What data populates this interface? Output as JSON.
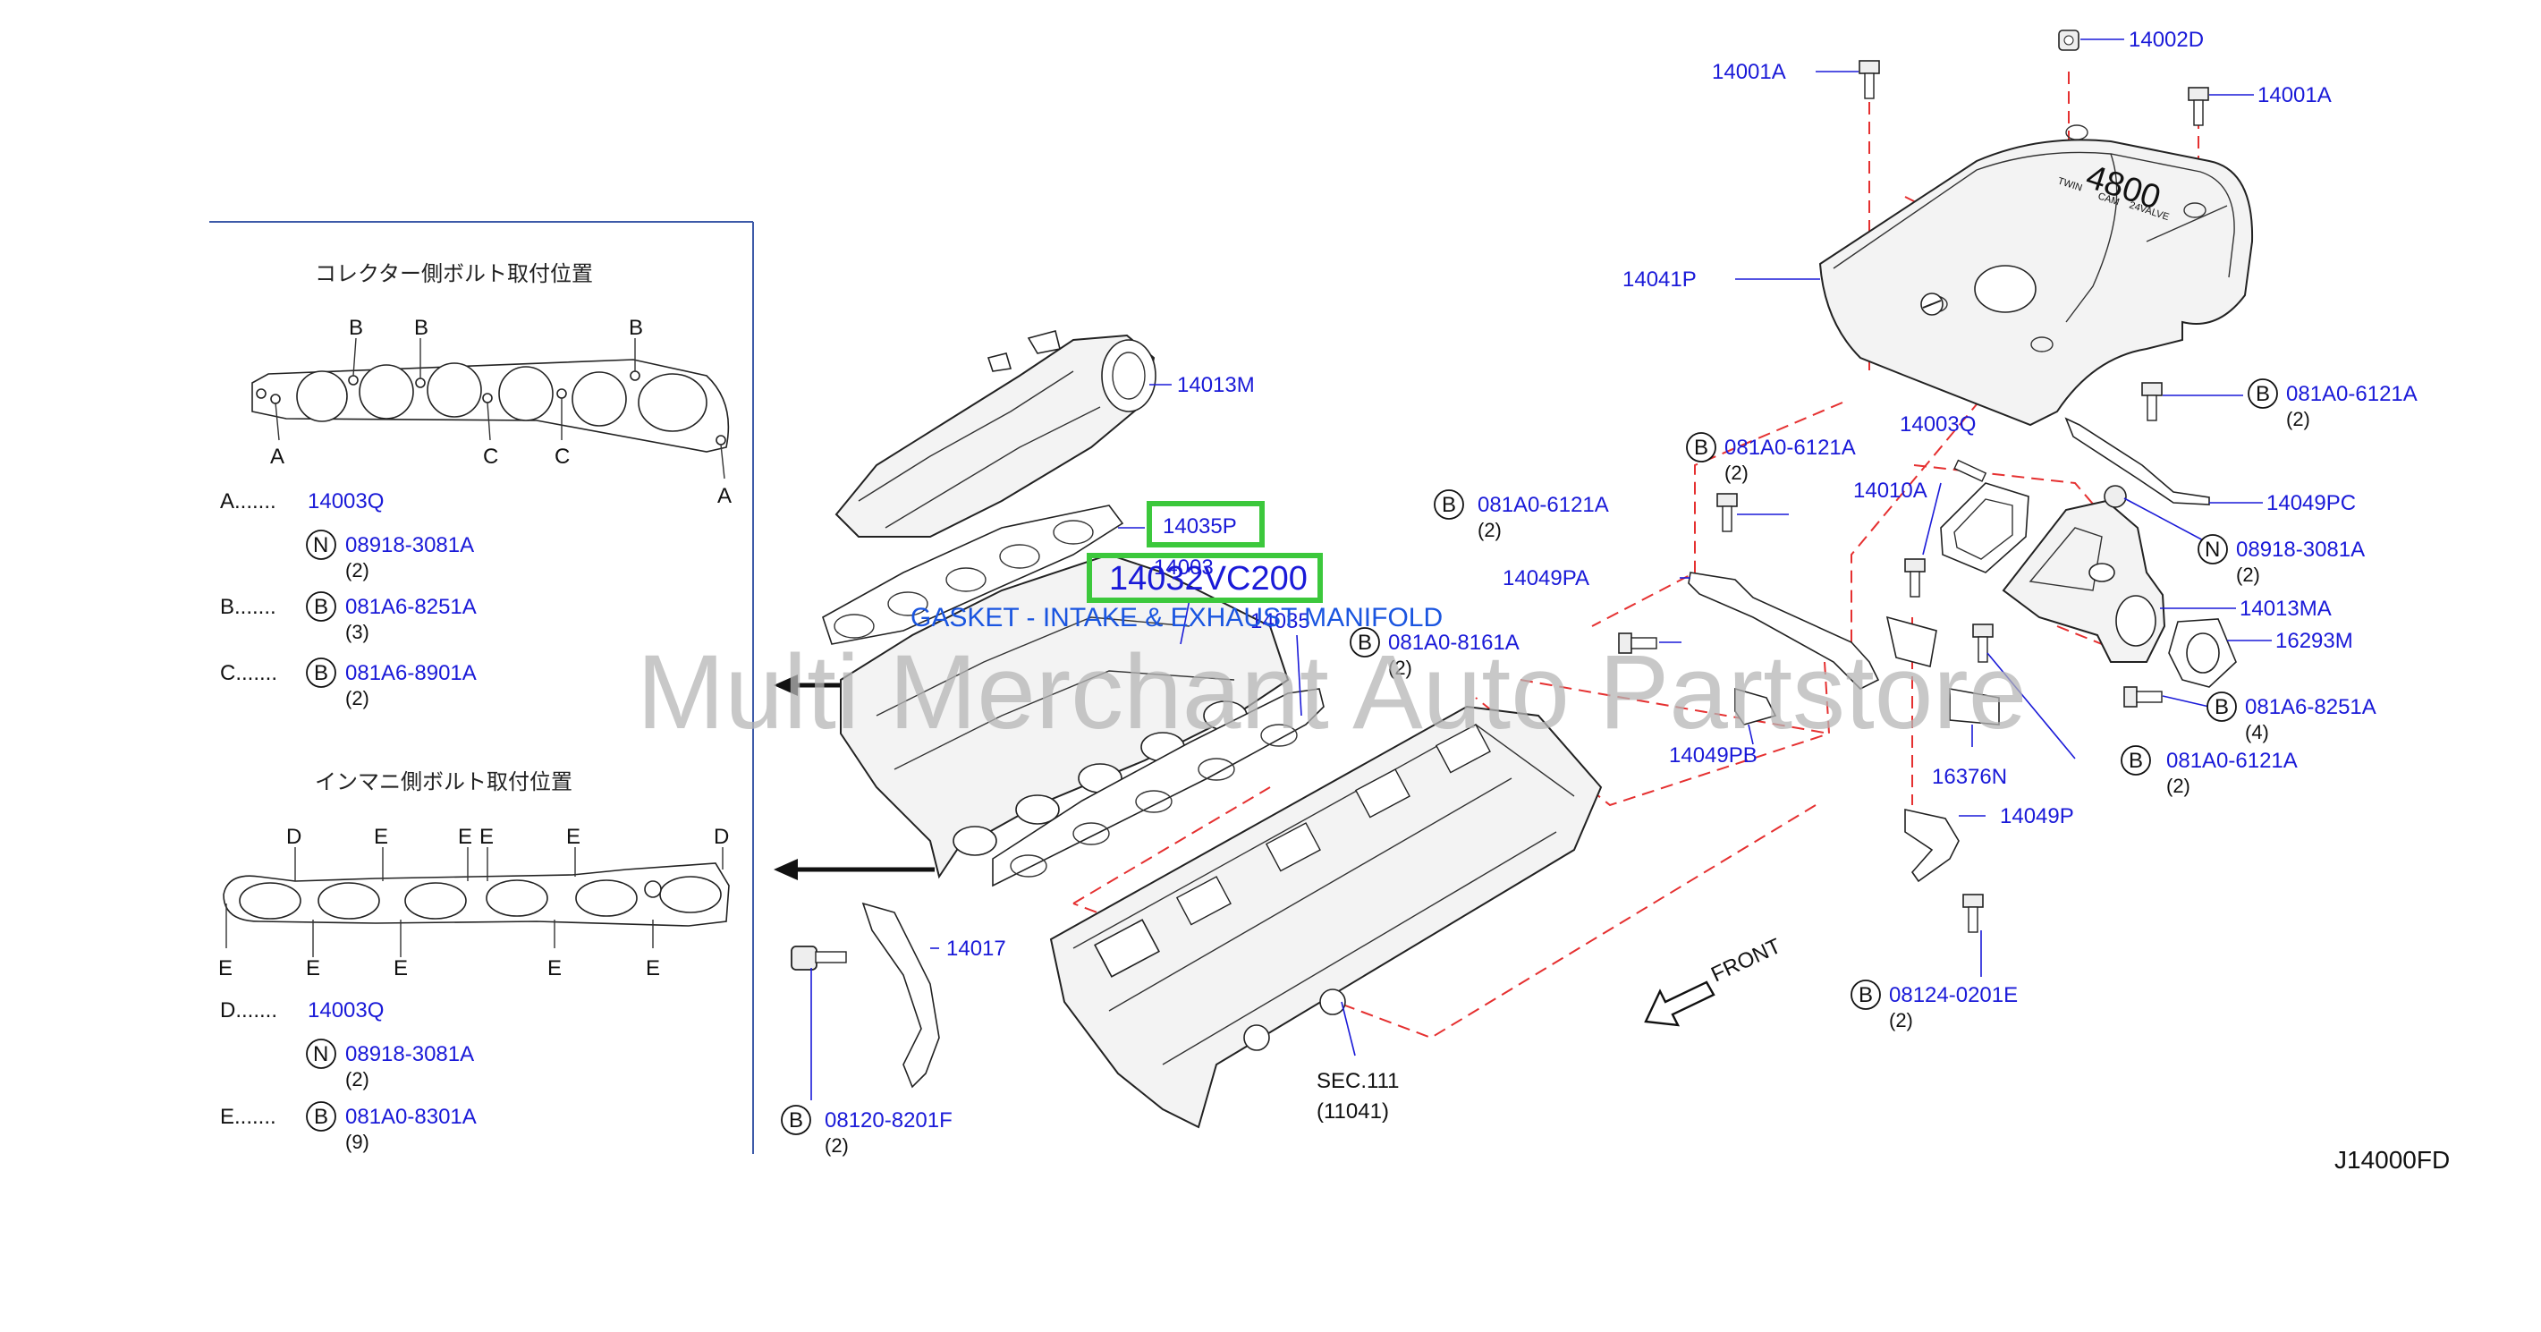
{
  "diagram": {
    "code": "J14000FD",
    "front_label": "FRONT",
    "watermark": "Multi Merchant Auto Partstore",
    "highlight": {
      "part_no": "14032VC200",
      "description": "GASKET - INTAKE & EXHAUST MANIFOLD",
      "box_color": "#3cc83c"
    },
    "colors": {
      "label": "#1a1ad8",
      "leader_dash": "#e53030"
    }
  },
  "legend_top": {
    "title": "コレクター側ボルト取付位置",
    "markers": [
      "B",
      "B",
      "B",
      "A",
      "C",
      "C",
      "A"
    ],
    "rows": [
      {
        "key": "A.......",
        "part": "14003Q"
      },
      {
        "circle": "N",
        "part": "08918-3081A",
        "qty": "(2)"
      },
      {
        "key": "B.......",
        "circle": "B",
        "part": "081A6-8251A",
        "qty": "(3)"
      },
      {
        "key": "C.......",
        "circle": "B",
        "part": "081A6-8901A",
        "qty": "(2)"
      }
    ]
  },
  "legend_bottom": {
    "title": "インマニ側ボルト取付位置",
    "markers_top": [
      "D",
      "E",
      "E",
      "E",
      "E",
      "D"
    ],
    "markers_bottom": [
      "E",
      "E",
      "E",
      "E",
      "E"
    ],
    "rows": [
      {
        "key": "D.......",
        "part": "14003Q"
      },
      {
        "circle": "N",
        "part": "08918-3081A",
        "qty": "(2)"
      },
      {
        "key": "E.......",
        "circle": "B",
        "part": "081A0-8301A",
        "qty": "(9)"
      }
    ]
  },
  "callouts": [
    {
      "id": "14001A-left",
      "text": "14001A"
    },
    {
      "id": "14002D",
      "text": "14002D"
    },
    {
      "id": "14001A-right",
      "text": "14001A"
    },
    {
      "id": "14041P",
      "text": "14041P"
    },
    {
      "id": "081A0-6121A-r1",
      "circle": "B",
      "text": "081A0-6121A",
      "qty": "(2)"
    },
    {
      "id": "081A0-6121A-r2",
      "circle": "B",
      "text": "081A0-6121A",
      "qty": "(2)"
    },
    {
      "id": "081A0-6121A-r3",
      "circle": "B",
      "text": "081A0-6121A",
      "qty": "(2)"
    },
    {
      "id": "081A0-6121A-r4",
      "circle": "B",
      "text": "081A0-6121A",
      "qty": "(2)"
    },
    {
      "id": "14003Q",
      "text": "14003Q"
    },
    {
      "id": "14010A",
      "text": "14010A"
    },
    {
      "id": "14049PC",
      "text": "14049PC"
    },
    {
      "id": "08918-3081A",
      "circle": "N",
      "text": "08918-3081A",
      "qty": "(2)"
    },
    {
      "id": "14049PA",
      "text": "14049PA"
    },
    {
      "id": "14013MA",
      "text": "14013MA"
    },
    {
      "id": "16293M",
      "text": "16293M"
    },
    {
      "id": "081A0-8161A",
      "circle": "B",
      "text": "081A0-8161A",
      "qty": "(2)"
    },
    {
      "id": "081A6-8251A",
      "circle": "B",
      "text": "081A6-8251A",
      "qty": "(4)"
    },
    {
      "id": "14049PB",
      "text": "14049PB"
    },
    {
      "id": "16376N",
      "text": "16376N"
    },
    {
      "id": "14049P",
      "text": "14049P"
    },
    {
      "id": "08124-0201E",
      "circle": "B",
      "text": "08124-0201E",
      "qty": "(2)"
    },
    {
      "id": "14013M",
      "text": "14013M"
    },
    {
      "id": "14035P",
      "text": "14035P"
    },
    {
      "id": "14003",
      "text": "14003"
    },
    {
      "id": "14035",
      "text": "14035"
    },
    {
      "id": "14017",
      "text": "14017"
    },
    {
      "id": "08120-8201F",
      "circle": "B",
      "text": "08120-8201F",
      "qty": "(2)"
    },
    {
      "id": "SEC111",
      "text": "SEC.111",
      "sub": "(11041)"
    }
  ],
  "engine_cover_text": {
    "number": "4800",
    "sub1": "TWIN",
    "sub2": "CAM",
    "sub3": "24VALVE"
  }
}
